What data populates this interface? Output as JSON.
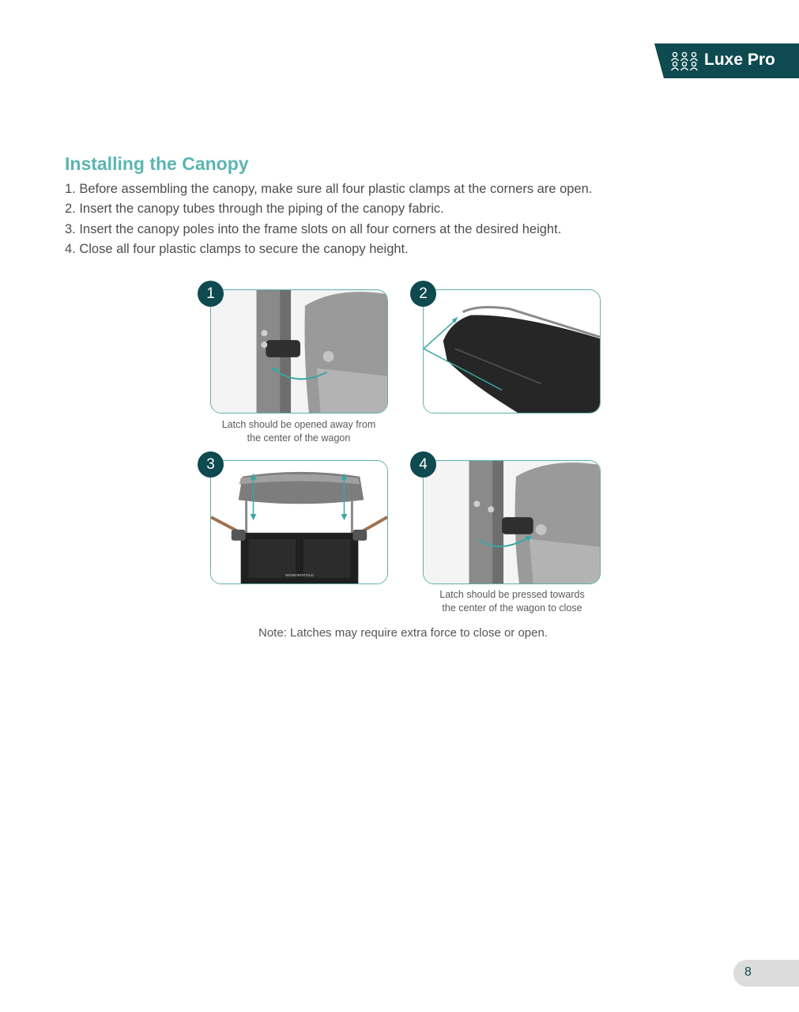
{
  "header": {
    "brand_name": "Luxe Pro",
    "brand_icon": "people-group-icon",
    "tab_color": "#0e4a4f"
  },
  "section": {
    "title": "Installing the Canopy",
    "steps": [
      "1. Before assembling the canopy, make sure all four plastic clamps at the corners are open.",
      "2. Insert the canopy tubes through the piping of the canopy fabric.",
      "3. Insert the canopy poles into the frame slots on all four corners at the desired height.",
      "4. Close all four plastic clamps to secure the canopy height."
    ]
  },
  "figures": [
    {
      "number": "1",
      "caption_line1": "Latch should be opened away from",
      "caption_line2": "the center of the wagon"
    },
    {
      "number": "2"
    },
    {
      "number": "3",
      "wagon_brand": "WONDERFOLD"
    },
    {
      "number": "4",
      "caption_line1": "Latch should be pressed towards",
      "caption_line2": "the center of the wagon to close"
    }
  ],
  "note": "Note: Latches may require extra force to close or open.",
  "footer": {
    "page_number": "8"
  },
  "colors": {
    "accent_teal": "#5bb5b2",
    "dark_teal": "#0e4a4f",
    "frame_grey": "#7a7a7a"
  }
}
